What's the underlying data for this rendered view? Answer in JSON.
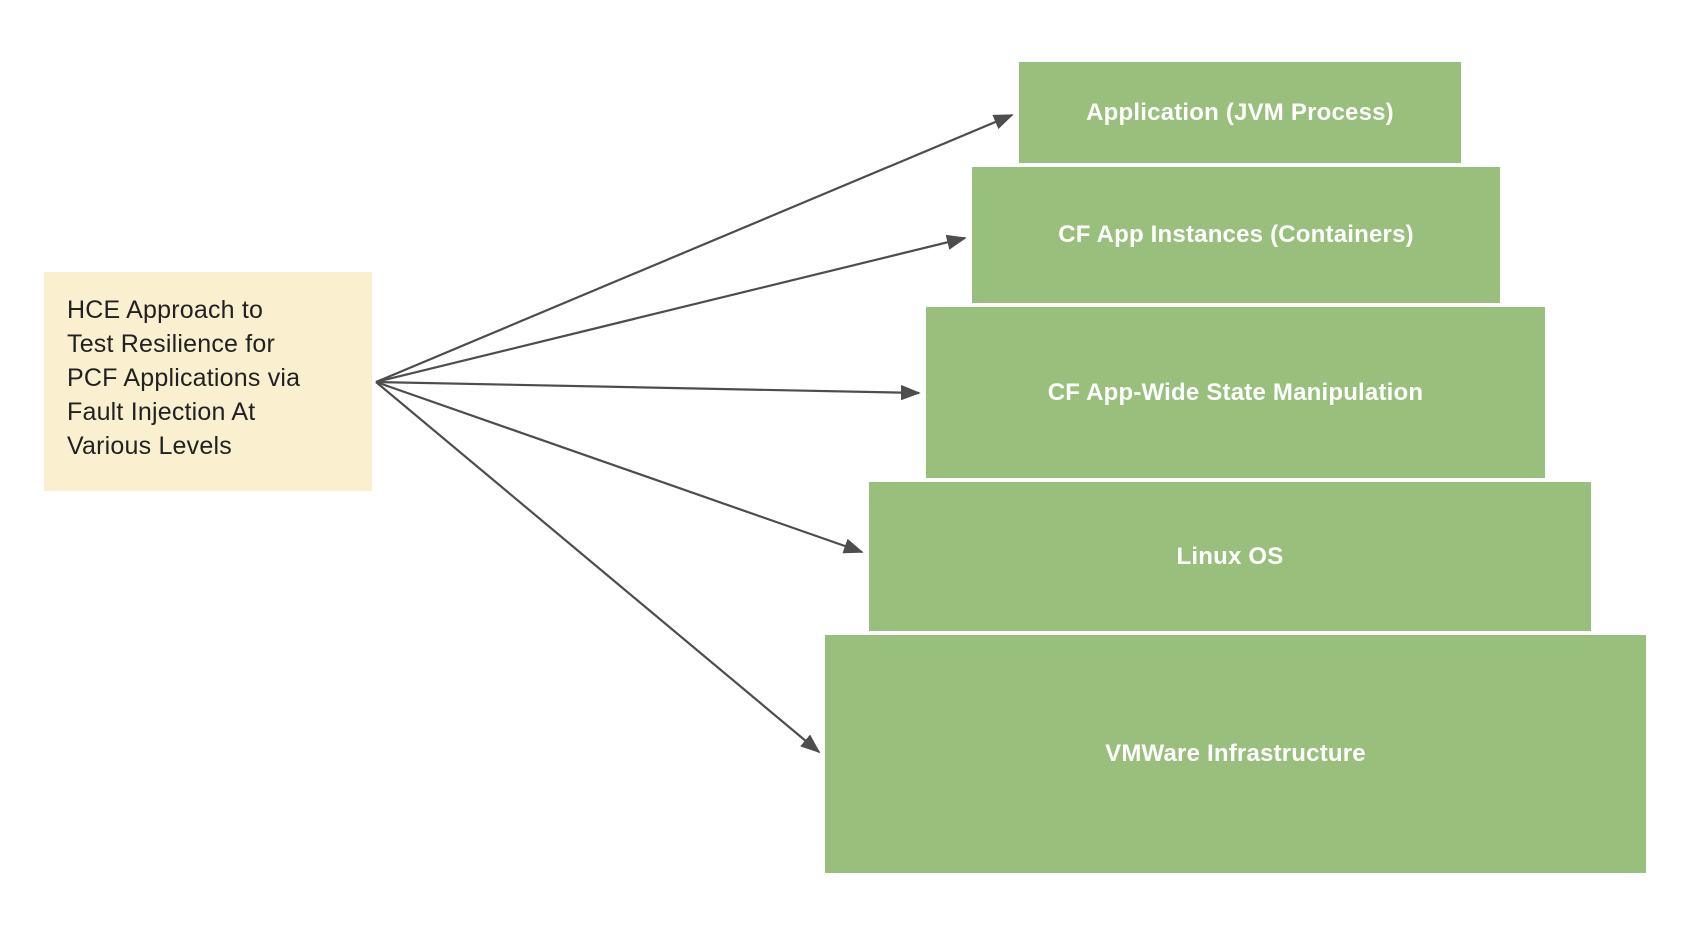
{
  "note": {
    "text": "HCE Approach to Test Resilience for PCF Applications via Fault Injection At Various Levels",
    "lines": [
      "HCE Approach to",
      "Test Resilience for",
      "PCF Applications via",
      "Fault Injection At",
      "Various Levels"
    ]
  },
  "levels": [
    {
      "label": "Application (JVM Process)"
    },
    {
      "label": "CF App Instances (Containers)"
    },
    {
      "label": "CF App-Wide State Manipulation"
    },
    {
      "label": "Linux OS"
    },
    {
      "label": "VMWare Infrastructure"
    }
  ],
  "connections": [
    {
      "from": "note",
      "to": "Application (JVM Process)"
    },
    {
      "from": "note",
      "to": "CF App Instances (Containers)"
    },
    {
      "from": "note",
      "to": "CF App-Wide State Manipulation"
    },
    {
      "from": "note",
      "to": "Linux OS"
    },
    {
      "from": "note",
      "to": "VMWare Infrastructure"
    }
  ],
  "colors": {
    "background": "#FFFFFF",
    "note_fill": "#FAF0D0",
    "note_text": "#212121",
    "level_fill": "#98C07C",
    "level_text": "#FFFFFF",
    "arrow": "#4D4D4D"
  }
}
